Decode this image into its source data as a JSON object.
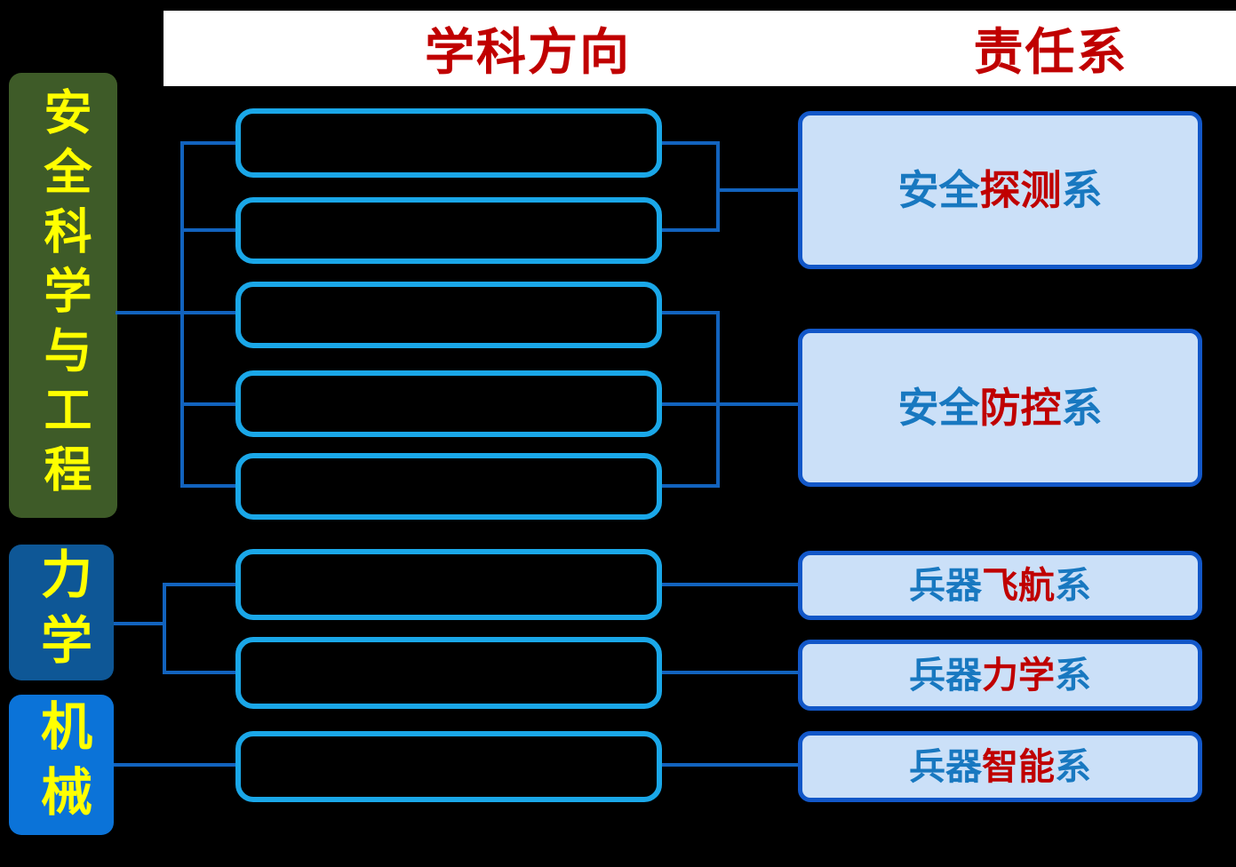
{
  "header": {
    "discipline_column": "学科方向",
    "department_column": "责任系"
  },
  "categories": [
    {
      "id": "safety-science-engineering",
      "label": "安全科学与工程"
    },
    {
      "id": "mechanics",
      "label": "力学"
    },
    {
      "id": "machinery",
      "label": "机械"
    }
  ],
  "discipline_slots": {
    "count": 8,
    "labels": [
      "",
      "",
      "",
      "",
      "",
      "",
      "",
      ""
    ]
  },
  "departments": [
    {
      "prefix": "安全",
      "highlight": "探测",
      "suffix": "系"
    },
    {
      "prefix": "安全",
      "highlight": "防控",
      "suffix": "系"
    },
    {
      "prefix": "兵器",
      "highlight": "飞航",
      "suffix": "系"
    },
    {
      "prefix": "兵器",
      "highlight": "力学",
      "suffix": "系"
    },
    {
      "prefix": "兵器",
      "highlight": "智能",
      "suffix": "系"
    }
  ],
  "connections": [
    {
      "from": "安全科学与工程",
      "to": "discipline-slots-1-5"
    },
    {
      "from": "discipline-slots-1-2",
      "to": "安全探测系"
    },
    {
      "from": "discipline-slots-3-5",
      "to": "安全防控系"
    },
    {
      "from": "力学",
      "to": "discipline-slots-6-7"
    },
    {
      "from": "discipline-slot-6",
      "to": "兵器飞航系"
    },
    {
      "from": "discipline-slot-7",
      "to": "兵器力学系"
    },
    {
      "from": "机械",
      "to": "discipline-slot-8"
    },
    {
      "from": "discipline-slot-8",
      "to": "兵器智能系"
    }
  ],
  "colors": {
    "background": "#000000",
    "header_bg": "#FFFFFF",
    "header_text": "#C00000",
    "category_safety_bg": "#3E5B28",
    "category_mechanics_bg": "#0E5796",
    "category_machinery_bg": "#0B73D8",
    "category_text": "#FFFF00",
    "discipline_border": "#1AA7E8",
    "connector": "#1263BE",
    "department_bg": "#CBE0F8",
    "department_border": "#1257C8",
    "department_text": "#1878C0",
    "department_highlight": "#C00000"
  }
}
